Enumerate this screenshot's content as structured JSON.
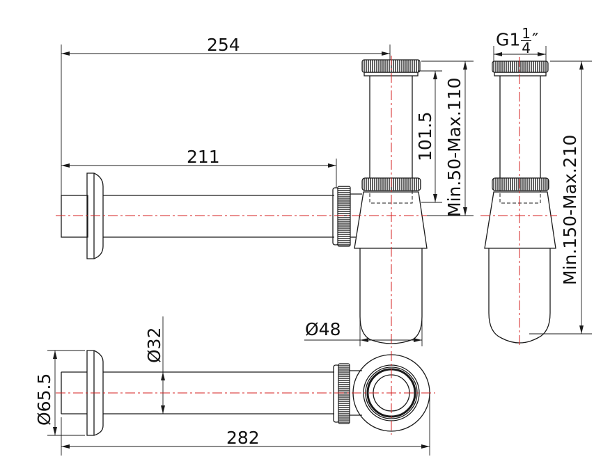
{
  "drawing": {
    "subject": "Bottle trap (sink siphon) technical drawing",
    "views": [
      "front-view",
      "side-view",
      "top-view"
    ],
    "colors": {
      "line": "#1a1a1a",
      "centerline": "#d42020",
      "background": "#ffffff"
    }
  },
  "dimensions": {
    "overall_depth_top": "254",
    "wall_to_outlet": "211",
    "tube_height": "101.5",
    "front_adjust": "Min.50-Max.110",
    "thread": {
      "prefix": "G1",
      "numerator": "1",
      "denominator": "4",
      "suffix": "″"
    },
    "side_adjust": "Min.150-Max.210",
    "body_diameter": "Ø48",
    "pipe_diameter": "Ø32",
    "rosette_diameter": "Ø65.5",
    "overall_length_bottom": "282"
  }
}
